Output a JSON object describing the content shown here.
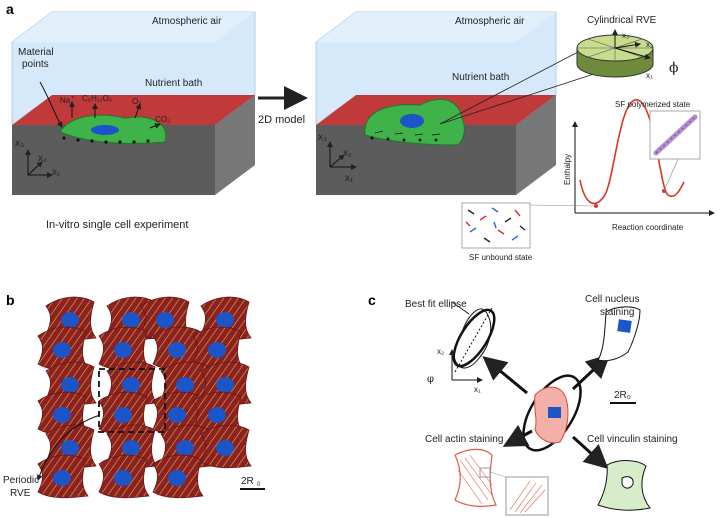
{
  "panels": {
    "a": "a",
    "b": "b",
    "c": "c"
  },
  "panel_a": {
    "air_left": "Atmospheric air",
    "air_right": "Atmospheric air",
    "bath_left": "Nutrient bath",
    "bath_right": "Nutrient bath",
    "material_points_1": "Material",
    "material_points_2": "points",
    "species_na": "Na",
    "species_na_sup": "+",
    "species_glucose": "C₆H₁₂O₆",
    "species_o2": "O₂",
    "species_co2": "CO₂",
    "axis_x3": "x₃",
    "axis_x2": "x₂",
    "axis_x1": "x₁",
    "arrow_label": "2D model",
    "caption": "In-vitro single cell experiment",
    "rve_title": "Cylindrical RVE",
    "rve_phi": "ϕ",
    "plot_ylabel": "Enthalpy",
    "plot_xlabel": "Reaction coordinate",
    "polymerized_label": "SF polymerized state",
    "unbound_label": "SF unbound state"
  },
  "panel_b": {
    "rve_label_1": "Periodic",
    "rve_label_2": "RVE",
    "scale_label": "2R",
    "scale_sub": "0"
  },
  "panel_c": {
    "ellipse_label": "Best fit ellipse",
    "nucleus_label_1": "Cell nucleus",
    "nucleus_label_2": "staining",
    "actin_label": "Cell actin staining",
    "vinculin_label": "Cell vinculin staining",
    "scale_label": "2R₀",
    "phi": "φ",
    "axis_x2": "x₂",
    "axis_x1": "x₁"
  },
  "colors": {
    "bath_glass": "#cfe6fa",
    "red_layer": "#c0393b",
    "substrate": "#555555",
    "cell": "#3fb24a",
    "nucleus": "#1c55c8"
  }
}
